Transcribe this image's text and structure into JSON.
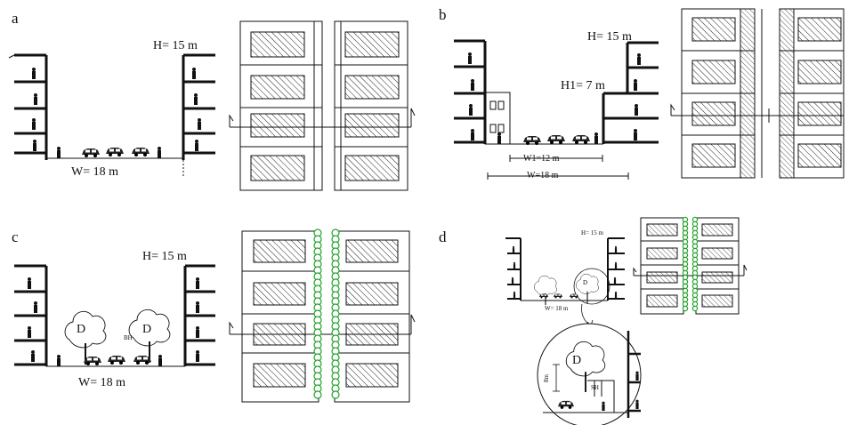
{
  "panels": {
    "a": {
      "letter": "a",
      "height_label": "H= 15 m",
      "width_label": "W= 18 m"
    },
    "b": {
      "letter": "b",
      "height_label": "H= 15 m",
      "inner_height_label": "H1= 7 m",
      "inner_width_label": "W1=12 m",
      "width_label": "W=18 m"
    },
    "c": {
      "letter": "c",
      "height_label": "H= 15 m",
      "width_label": "W= 18 m",
      "tree_label": "D",
      "bench_label": "BH"
    },
    "d": {
      "letter": "d",
      "height_label": "H= 15 m",
      "width_label": "W= 18 m",
      "tree_label": "D",
      "zoom_tree_label": "D",
      "zoom_height_label": "8m",
      "zoom_bench_label": "SH"
    }
  },
  "colors": {
    "line": "#111111",
    "vegetation": "#22a22a",
    "hatch": "#111111"
  }
}
